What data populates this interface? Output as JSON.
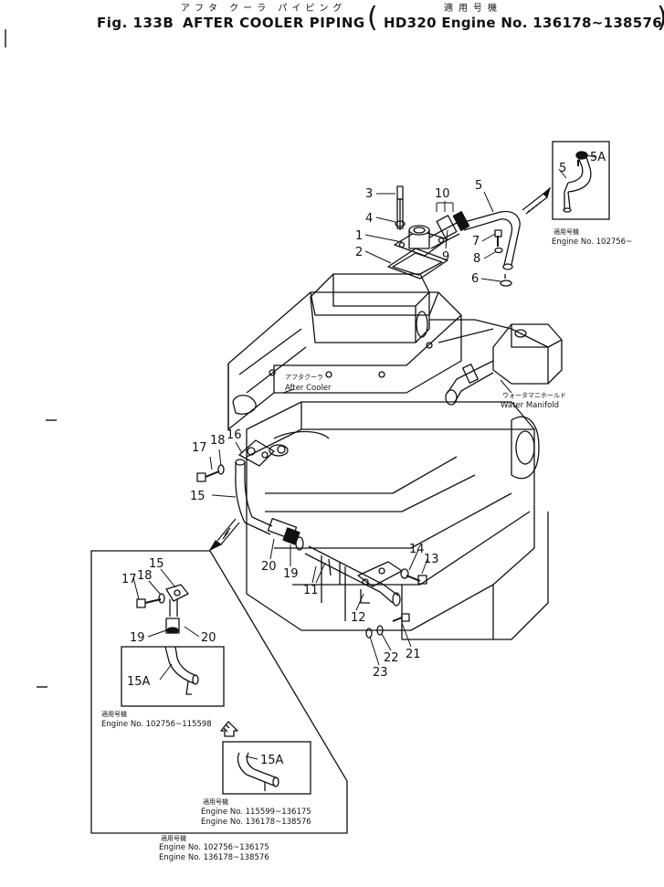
{
  "header": {
    "figure_label": "Fig. 133B",
    "title_jp": "アフタ クーラ パイピング",
    "title": "AFTER COOLER PIPING",
    "applicability_jp": "適用号機",
    "applicability": "HD320 Engine No. 136178~138576"
  },
  "callouts": {
    "c1": "1",
    "c2": "2",
    "c3": "3",
    "c4": "4",
    "c5": "5",
    "c6": "6",
    "c7": "7",
    "c8": "8",
    "c9": "9",
    "c10": "10",
    "c11": "11",
    "c12": "12",
    "c13": "13",
    "c14": "14",
    "c15": "15",
    "c16": "16",
    "c17": "17",
    "c18": "18",
    "c19": "19",
    "c20": "20",
    "c21": "21",
    "c22": "22",
    "c23": "23",
    "inset_5": "5",
    "inset_5a": "5A",
    "det_15": "15",
    "det_17": "17",
    "det_18": "18",
    "det_19": "19",
    "det_20": "20",
    "det_15a": "15A",
    "det2_15a": "15A"
  },
  "annotations": {
    "after_cooler_jp": "アフタクーラ",
    "after_cooler": "After Cooler",
    "water_manifold_jp": "ウォータマニホールド",
    "water_manifold": "Water Manifold"
  },
  "serial_notes": {
    "inset_top_jp": "適用号機",
    "inset_top": "Engine No. 102756~",
    "detail_upper_jp": "適用号機",
    "detail_upper": "Engine No. 102756~115598",
    "detail_lower_jp": "適用号機",
    "detail_lower_line1": "Engine No. 115599~136175",
    "detail_lower_line2": "Engine No. 136178~138576",
    "box_bottom_jp": "適用号機",
    "box_bottom_line1": "Engine No. 102756~136175",
    "box_bottom_line2": "Engine No. 136178~138576"
  }
}
